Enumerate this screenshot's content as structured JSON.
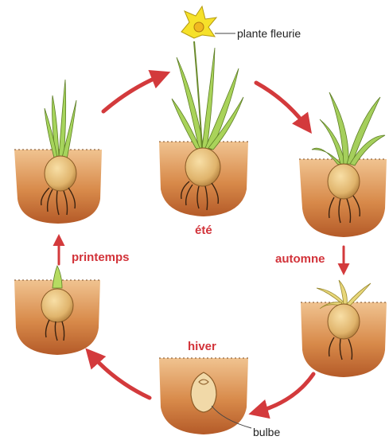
{
  "diagram": {
    "labels": {
      "flower": "plante fleurie",
      "summer": "été",
      "autumn": "automne",
      "winter": "hiver",
      "spring": "printemps",
      "bulb": "bulbe"
    },
    "colors": {
      "arrow": "#d33a3c",
      "season_text": "#d2333a",
      "soil_light": "#e8b27a",
      "soil_dark": "#b85f2c",
      "leaf": "#9ccc52",
      "leaf_dark": "#6a8a2c",
      "bulb": "#e9c27e",
      "flower": "#f6e12a",
      "root": "#3a2210"
    },
    "icons": [
      "arrow-icon",
      "bulb-icon",
      "flower-icon",
      "soil-icon"
    ]
  }
}
